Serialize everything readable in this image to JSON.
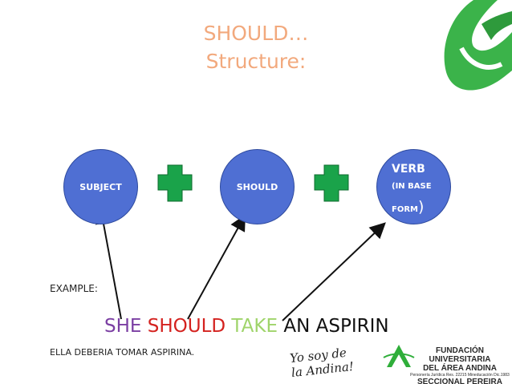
{
  "slide": {
    "title_line1": "SHOULD…",
    "title_line2": "Structure:"
  },
  "boxes": {
    "subject": "SUBJECT",
    "should": "SHOULD",
    "verb": "VERB",
    "verb_sub1": "(IN BASE",
    "verb_sub2": "FORM",
    "verb_paren": ")"
  },
  "example_label": "EXAMPLE:",
  "sentence": {
    "she": "SHE",
    "should": "SHOULD",
    "take": "TAKE",
    "rest": "AN ASPIRIN"
  },
  "translation": "ELLA DEBERIA TOMAR  ASPIRINA.",
  "footer": {
    "slogan_line1": "Yo soy de",
    "slogan_line2": "la Andina!",
    "org_line1": "FUNDACIÓN UNIVERSITARIA",
    "org_line2": "DEL ÁREA ANDINA",
    "org_line3": "Personería Jurídica Res. 22215 Mineducación Dic.1983",
    "org_line4": "SECCIONAL PEREIRA"
  },
  "colors": {
    "title": "#f2a97d",
    "circle": "#4f6fd3",
    "plus": "#1aa34a",
    "she": "#7b3fa3",
    "should": "#d4221f",
    "take": "#9fd46a",
    "brand_green": "#2fae3a"
  }
}
